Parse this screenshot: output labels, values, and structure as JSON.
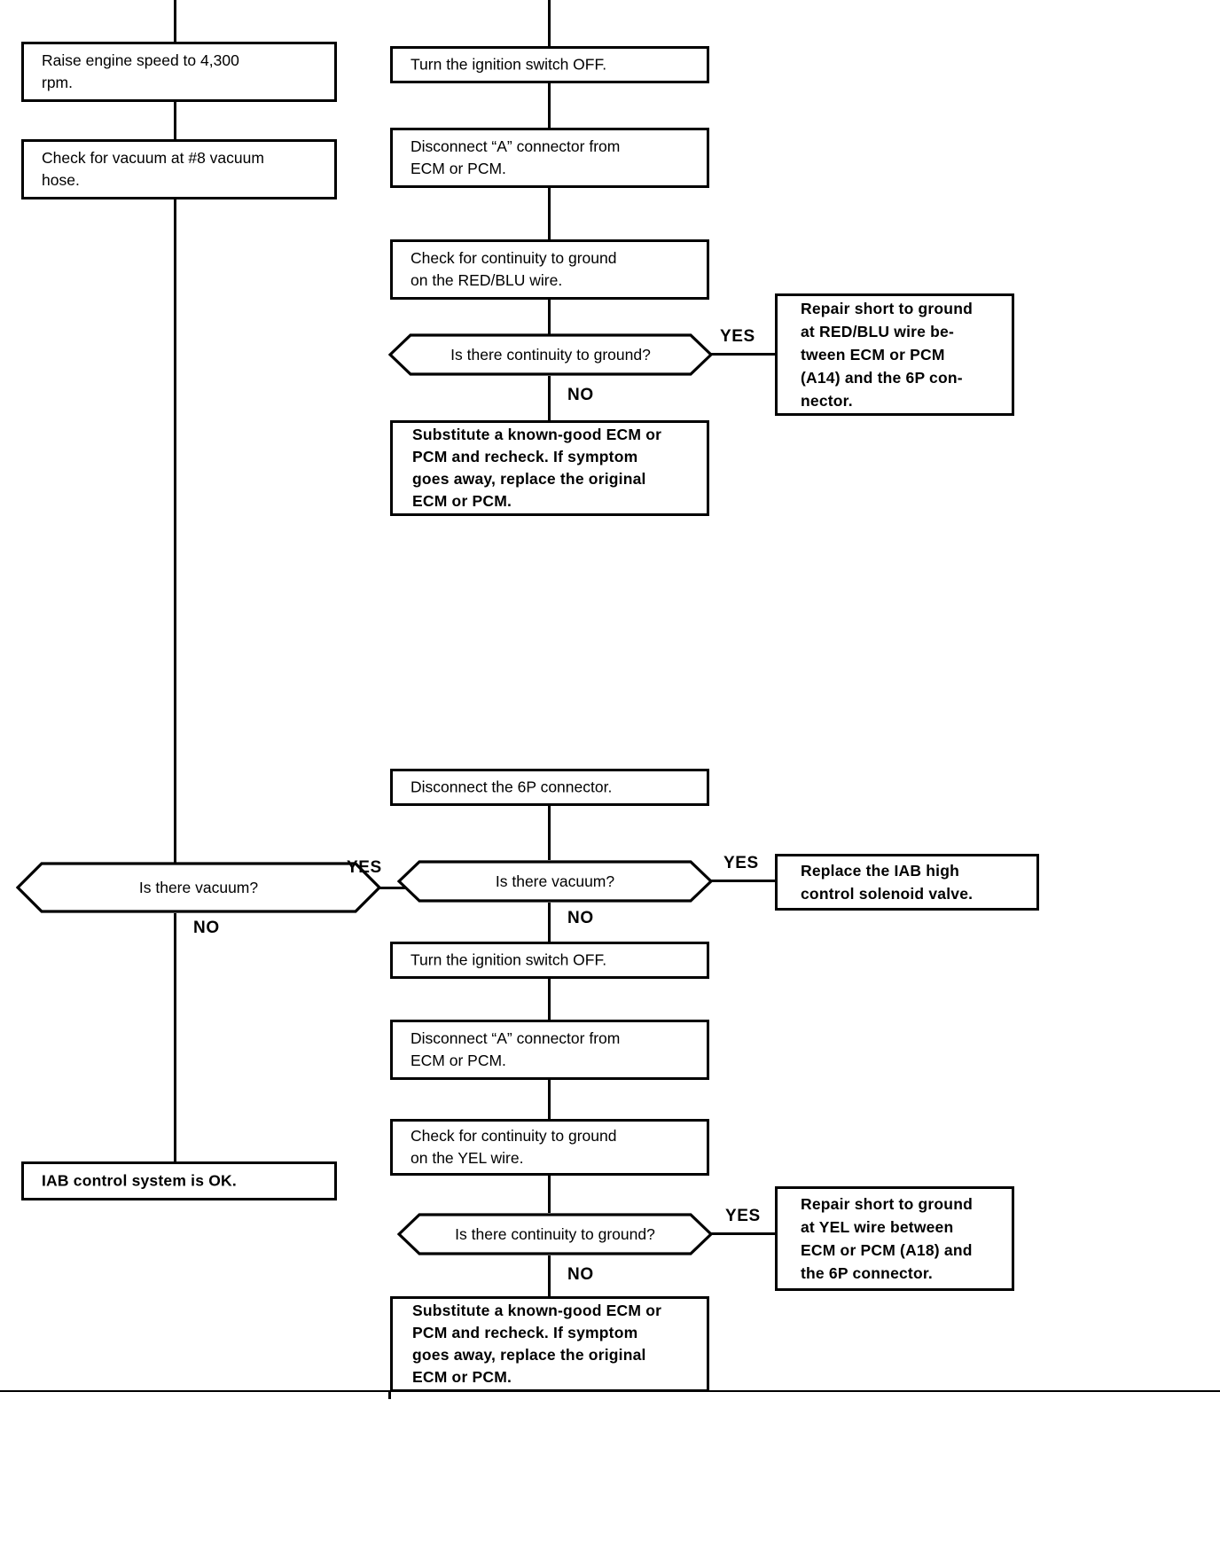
{
  "diagram": {
    "title": "IAB control system troubleshooting flowchart",
    "branch_labels": {
      "yes": "YES",
      "no": "NO"
    },
    "left_column": {
      "raise_engine_speed": "Raise  engine  speed  to  4,300\nrpm.",
      "check_vacuum_hose": "Check for vacuum at #8 vacuum\nhose.",
      "is_there_vacuum": "Is there vacuum?",
      "system_ok": "IAB control system is OK."
    },
    "upper_right_branch": {
      "ignition_off": "Turn the ignition switch OFF.",
      "disconnect_a_connector": "Disconnect “A” connector from\nECM or PCM.",
      "check_continuity_redblu": "Check  for  continuity  to  ground\non the RED/BLU wire.",
      "is_there_continuity": "Is there continuity to ground?",
      "repair_short_redblu": "Repair short to ground\nat RED/BLU  wire be-\ntween  ECM  or  PCM\n(A14) and the 6P con-\nnector.",
      "substitute_ecm": "Substitute a known-good ECM or\nPCM  and  recheck.  If  symptom\ngoes  away,  replace  the  original\nECM or PCM."
    },
    "lower_right_branch": {
      "disconnect_6p": "Disconnect the 6P connector.",
      "is_there_vacuum": "Is there vacuum?",
      "replace_solenoid": "Replace  the  IAB  high\ncontrol solenoid valve.",
      "ignition_off": "Turn the ignition switch OFF.",
      "disconnect_a_connector": "Disconnect “A” connector from\nECM or PCM.",
      "check_continuity_yel": "Check  for  continuity  to  ground\non the YEL wire.",
      "is_there_continuity": "Is there continuity to ground?",
      "repair_short_yel": "Repair short to ground\nat  YEL  wire  between\nECM or PCM (A18) and\nthe 6P connector.",
      "substitute_ecm": "Substitute a known-good ECM or\nPCM  and  recheck.  If  symptom\ngoes  away,  replace  the  original\nECM or PCM."
    },
    "colors": {
      "ink": "#000000",
      "paper": "#ffffff"
    }
  }
}
